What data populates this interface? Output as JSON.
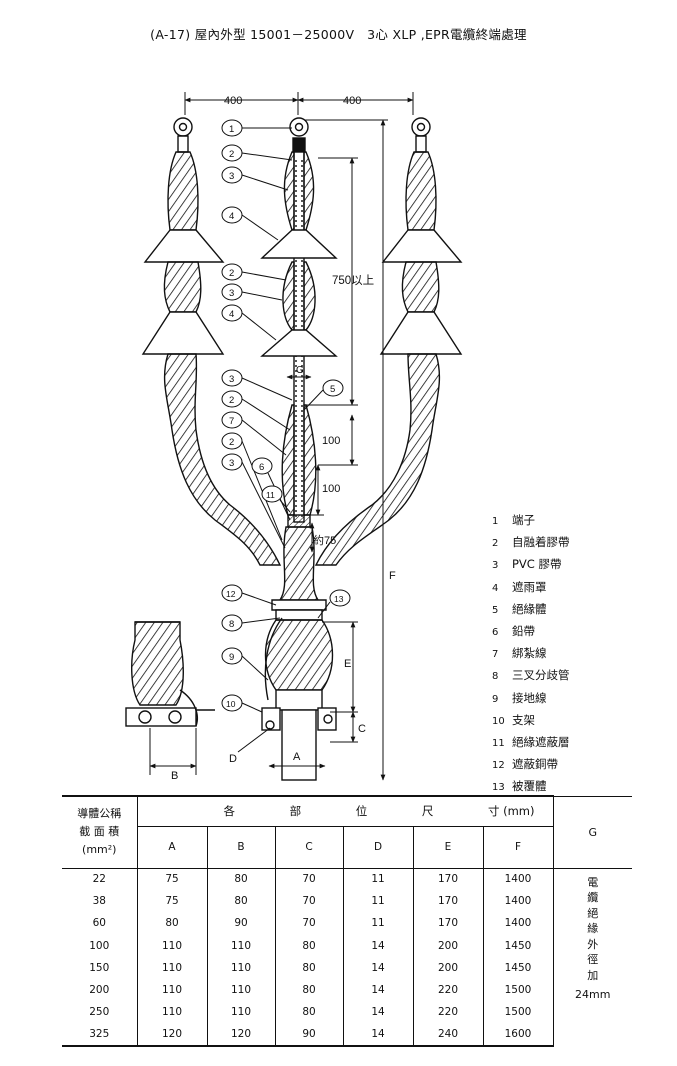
{
  "title": "(A-17) 屋內外型 15001－25000V　3心 XLP ,EPR電纜終端處理",
  "diagram": {
    "dim_labels": {
      "left_spacing": "400",
      "right_spacing": "400",
      "length_750": "750以上",
      "length_100_upper": "100",
      "length_100_lower": "100",
      "approx_75": "約75",
      "G": "G",
      "E": "E",
      "F": "F",
      "C": "C",
      "A": "A",
      "B": "B",
      "D": "D"
    },
    "callouts": [
      "1",
      "2",
      "3",
      "4",
      "2",
      "3",
      "4",
      "3",
      "2",
      "7",
      "2",
      "3",
      "6",
      "11",
      "5",
      "12",
      "8",
      "13",
      "9",
      "10"
    ]
  },
  "legend": [
    {
      "num": "1",
      "text": "端子"
    },
    {
      "num": "2",
      "text": "自融着膠帶"
    },
    {
      "num": "3",
      "text": "PVC 膠帶"
    },
    {
      "num": "4",
      "text": "遮雨罩"
    },
    {
      "num": "5",
      "text": "絕緣體"
    },
    {
      "num": "6",
      "text": "鉛帶"
    },
    {
      "num": "7",
      "text": "綁紮線"
    },
    {
      "num": "8",
      "text": "三叉分歧管"
    },
    {
      "num": "9",
      "text": "接地線"
    },
    {
      "num": "10",
      "text": "支架"
    },
    {
      "num": "11",
      "text": "絕緣遮蔽層"
    },
    {
      "num": "12",
      "text": "遮蔽銅帶"
    },
    {
      "num": "13",
      "text": "被覆體"
    }
  ],
  "table": {
    "col0_header_line1": "導體公稱",
    "col0_header_line2": "截 面 積",
    "col0_header_line3": "(mm²)",
    "group_header": [
      "各",
      "部",
      "位",
      "尺",
      "寸 (mm)"
    ],
    "columns": [
      "A",
      "B",
      "C",
      "D",
      "E",
      "F",
      "G"
    ],
    "rows": [
      [
        "22",
        "75",
        "80",
        "70",
        "11",
        "170",
        "1400"
      ],
      [
        "38",
        "75",
        "80",
        "70",
        "11",
        "170",
        "1400"
      ],
      [
        "60",
        "80",
        "90",
        "70",
        "11",
        "170",
        "1400"
      ],
      [
        "100",
        "110",
        "110",
        "80",
        "14",
        "200",
        "1450"
      ],
      [
        "150",
        "110",
        "110",
        "80",
        "14",
        "200",
        "1450"
      ],
      [
        "200",
        "110",
        "110",
        "80",
        "14",
        "220",
        "1500"
      ],
      [
        "250",
        "110",
        "110",
        "80",
        "14",
        "220",
        "1500"
      ],
      [
        "325",
        "120",
        "120",
        "90",
        "14",
        "240",
        "1600"
      ]
    ],
    "g_note_vertical": "電纜絕緣外徑加",
    "g_note_value": "24mm"
  }
}
